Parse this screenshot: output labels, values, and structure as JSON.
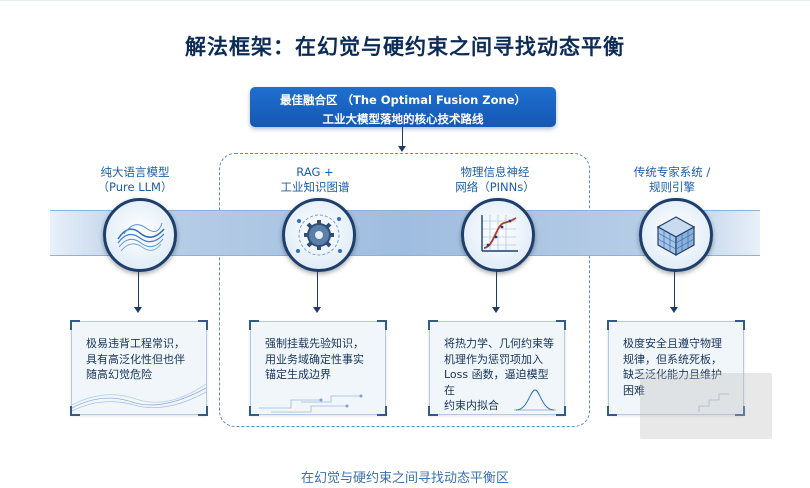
{
  "title": "解法框架：在幻觉与硬约束之间寻找动态平衡",
  "top_box": {
    "line1": "最佳融合区 （The Optimal Fusion Zone）",
    "line2": "工业大模型落地的核心技术路线"
  },
  "nodes": [
    {
      "label_line1": "纯大语言模型",
      "label_line2": "（Pure LLM）",
      "icon": "wave-surface-icon",
      "description": [
        "极易违背工程常识，",
        "具有高泛化性但也伴",
        "随高幻觉危险"
      ]
    },
    {
      "label_line1": "RAG +",
      "label_line2": "工业知识图谱",
      "icon": "gear-network-icon",
      "description": [
        "强制挂载先验知识，",
        "用业务域确定性事实",
        "锚定生成边界"
      ]
    },
    {
      "label_line1": "物理信息神经",
      "label_line2": "网络（PINNs）",
      "icon": "curve-chart-icon",
      "description": [
        "将热力学、几何约束等",
        "机理作为惩罚项加入",
        "Loss 函数，逼迫模型在",
        "约束内拟合"
      ]
    },
    {
      "label_line1": "传统专家系统 /",
      "label_line2": "规则引擎",
      "icon": "cube-grid-icon",
      "description": [
        "极度安全且遵守物理",
        "规律，但系统死板，",
        "缺乏泛化能力且维护",
        "困难"
      ]
    }
  ],
  "caption": "在幻觉与硬约束之间寻找动态平衡区",
  "colors": {
    "title": "#0c2c57",
    "accent_blue": "#1e6fd0",
    "label_blue": "#1d5ea8",
    "caption_blue": "#3b71b1"
  }
}
